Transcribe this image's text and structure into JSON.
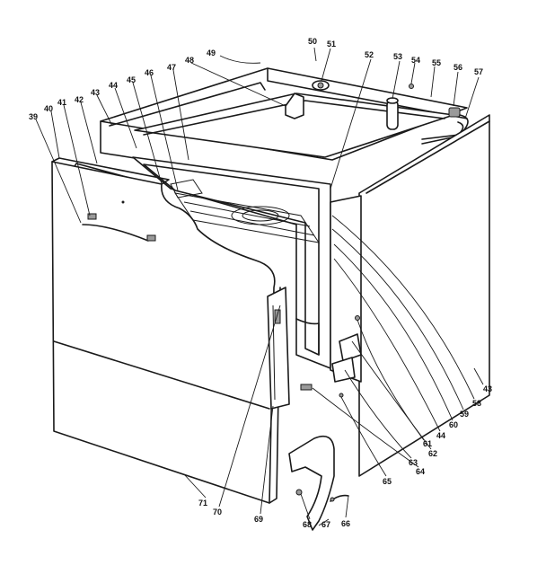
{
  "diagram": {
    "callouts": [
      {
        "id": "c39",
        "label": "39"
      },
      {
        "id": "c40",
        "label": "40"
      },
      {
        "id": "c41",
        "label": "41"
      },
      {
        "id": "c42",
        "label": "42"
      },
      {
        "id": "c43a",
        "label": "43"
      },
      {
        "id": "c44a",
        "label": "44"
      },
      {
        "id": "c45",
        "label": "45"
      },
      {
        "id": "c46",
        "label": "46"
      },
      {
        "id": "c47",
        "label": "47"
      },
      {
        "id": "c48",
        "label": "48"
      },
      {
        "id": "c49",
        "label": "49"
      },
      {
        "id": "c50",
        "label": "50"
      },
      {
        "id": "c51",
        "label": "51"
      },
      {
        "id": "c52",
        "label": "52"
      },
      {
        "id": "c53",
        "label": "53"
      },
      {
        "id": "c54",
        "label": "54"
      },
      {
        "id": "c55",
        "label": "55"
      },
      {
        "id": "c56",
        "label": "56"
      },
      {
        "id": "c57",
        "label": "57"
      },
      {
        "id": "c43b",
        "label": "43"
      },
      {
        "id": "c58",
        "label": "58"
      },
      {
        "id": "c59",
        "label": "59"
      },
      {
        "id": "c60",
        "label": "60"
      },
      {
        "id": "c44b",
        "label": "44"
      },
      {
        "id": "c61",
        "label": "61"
      },
      {
        "id": "c62",
        "label": "62"
      },
      {
        "id": "c63",
        "label": "63"
      },
      {
        "id": "c64",
        "label": "64"
      },
      {
        "id": "c65",
        "label": "65"
      },
      {
        "id": "c66",
        "label": "66"
      },
      {
        "id": "c67",
        "label": "67"
      },
      {
        "id": "c68",
        "label": "68"
      },
      {
        "id": "c69",
        "label": "69"
      },
      {
        "id": "c70",
        "label": "70"
      },
      {
        "id": "c71",
        "label": "71"
      }
    ]
  }
}
